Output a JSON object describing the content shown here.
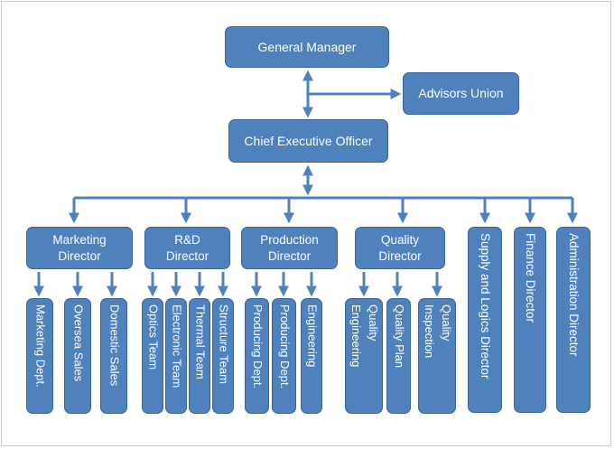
{
  "top": {
    "general_manager": "General Manager",
    "advisors_union": "Advisors Union",
    "ceo": "Chief Executive Officer"
  },
  "directors": {
    "marketing": "Marketing\nDirector",
    "rd": "R&D\nDirector",
    "production": "Production\nDirector",
    "quality": "Quality\nDirector",
    "supply": "Supply and Logics Director",
    "finance": "Finance  Director",
    "administration": "Administration  Director"
  },
  "departments": {
    "marketing_dept": "Marketing  Dept.",
    "oversea_sales": "Oversea  Sales",
    "domestic_sales": "Domestic Sales",
    "optics_team": "Optics Team",
    "electronic_team": "Electronic  Team",
    "thermal_team": "Thermal  Team",
    "structure_team": "Structure  Team",
    "producing_dept_1": "Producing  Dept.",
    "producing_dept_2": "Producing  Dept.",
    "engineering": "Engineering",
    "quality_engineering": "Quality\nEngineering",
    "quality_plan": "Quality  Plan",
    "quality_inspection": "Quality\nInspection"
  },
  "colors": {
    "box_fill": "#4f81bd",
    "box_border": "#3a659b",
    "text": "#ffffff"
  }
}
